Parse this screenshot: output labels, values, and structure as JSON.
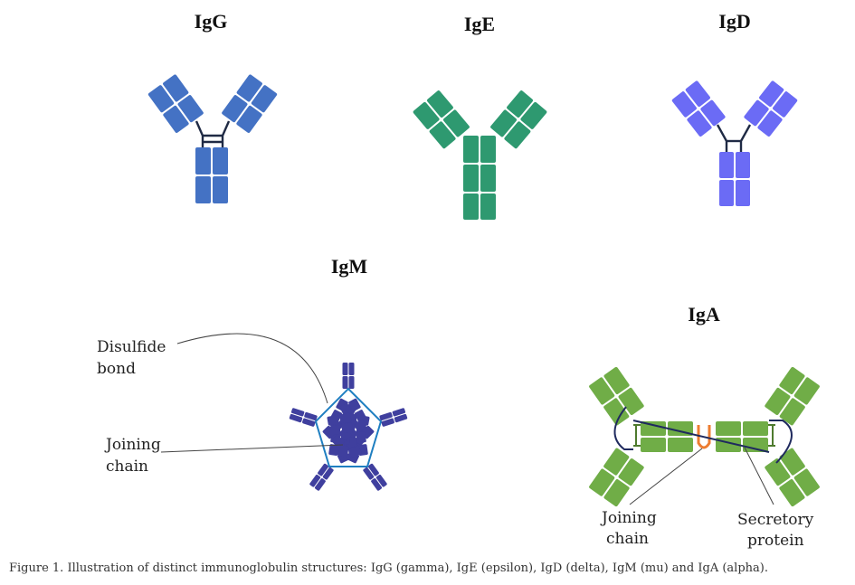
{
  "titles": {
    "igg": "IgG",
    "ige": "IgE",
    "igd": "IgD",
    "igm": "IgM",
    "iga": "IgA"
  },
  "labels": {
    "disulfide_1": "Disulfide",
    "disulfide_2": "bond",
    "joining_1": "Joining",
    "joining_2": "chain",
    "iga_joining_1": "Joining",
    "iga_joining_2": "chain",
    "secretory_1": "Secretory",
    "secretory_2": "protein"
  },
  "caption": "Figure 1. Illustration of distinct immunoglobulin structures: IgG (gamma), IgE (epsilon), IgD (delta), IgM (mu) and IgA (alpha).",
  "colors": {
    "igg": "#4472c4",
    "ige": "#2e9970",
    "igd": "#6b6bf5",
    "igm": "#3f3f9e",
    "iga": "#70ad47",
    "igm_ring": "#1f7fc1",
    "joining_chain": "#ed7d31",
    "hinge": "#1f2a44",
    "secretory": "#1f2a5e"
  }
}
